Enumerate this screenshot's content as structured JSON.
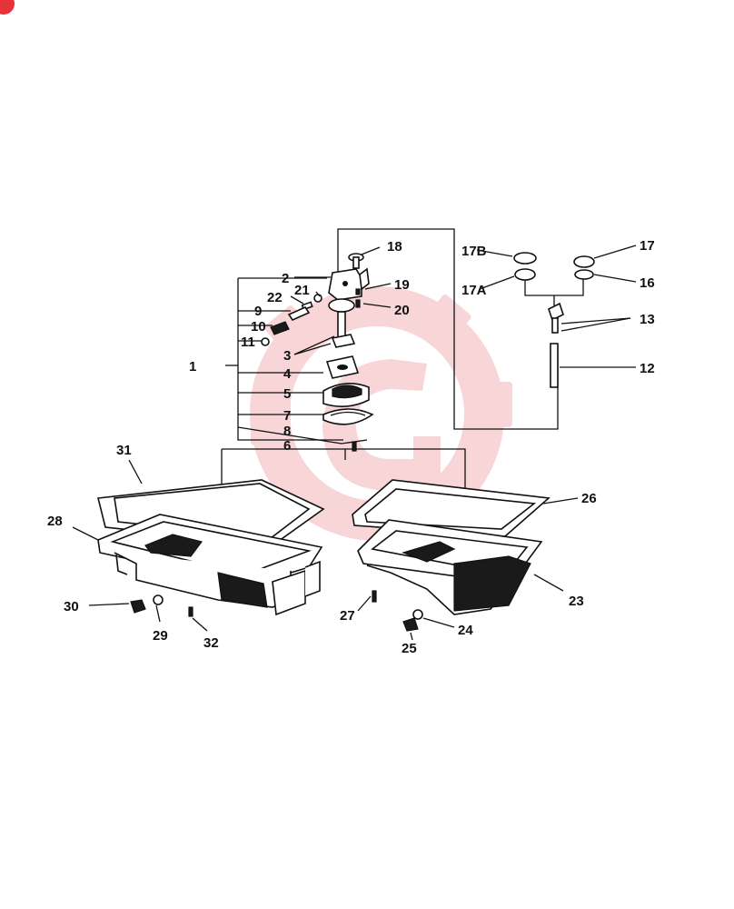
{
  "callouts": {
    "c1": "1",
    "c2": "2",
    "c3": "3",
    "c4": "4",
    "c5": "5",
    "c6": "6",
    "c7": "7",
    "c8": "8",
    "c9": "9",
    "c10": "10",
    "c11": "11",
    "c12": "12",
    "c13": "13",
    "c16": "16",
    "c17": "17",
    "c17a": "17A",
    "c17b": "17B",
    "c18": "18",
    "c19": "19",
    "c20": "20",
    "c21": "21",
    "c22": "22",
    "c23": "23",
    "c24": "24",
    "c25": "25",
    "c26": "26",
    "c27": "27",
    "c28": "28",
    "c29": "29",
    "c30": "30",
    "c31": "31",
    "c32": "32"
  },
  "colors": {
    "line": "#111111",
    "watermark": "#f3b3b8",
    "badge": "#e8323c"
  },
  "icons": {
    "watermark": "gear-logo-watermark-icon"
  }
}
